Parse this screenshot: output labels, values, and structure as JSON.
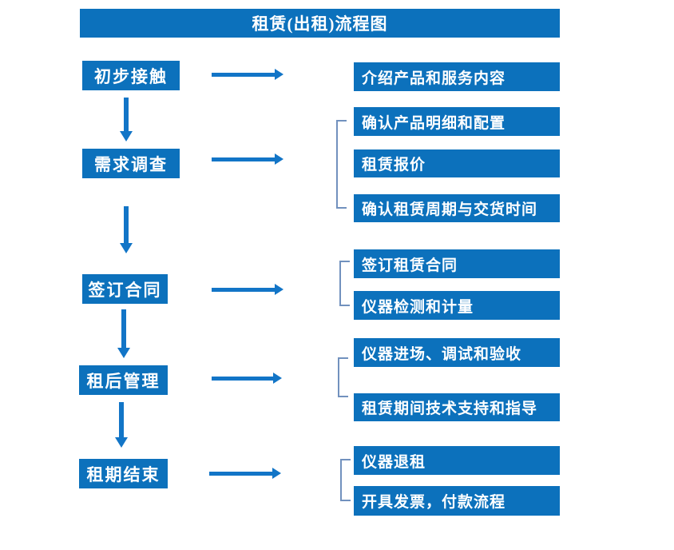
{
  "title": "租赁(出租)流程图",
  "colors": {
    "box_blue": "#0c71bc",
    "arrow_blue": "#1275c7",
    "bracket_blue": "#7191be",
    "text_white": "#ffffff"
  },
  "stages": [
    {
      "label": "初步接触",
      "outputs": [
        "介绍产品和服务内容"
      ]
    },
    {
      "label": "需求调查",
      "outputs": [
        "确认产品明细和配置",
        "租赁报价",
        "确认租赁周期与交货时间"
      ]
    },
    {
      "label": "签订合同",
      "outputs": [
        "签订租赁合同",
        "仪器检测和计量"
      ]
    },
    {
      "label": "租后管理",
      "outputs": [
        "仪器进场、调试和验收",
        "租赁期间技术支持和指导"
      ]
    },
    {
      "label": "租期结束",
      "outputs": [
        "仪器退租",
        "开具发票，付款流程"
      ]
    }
  ]
}
